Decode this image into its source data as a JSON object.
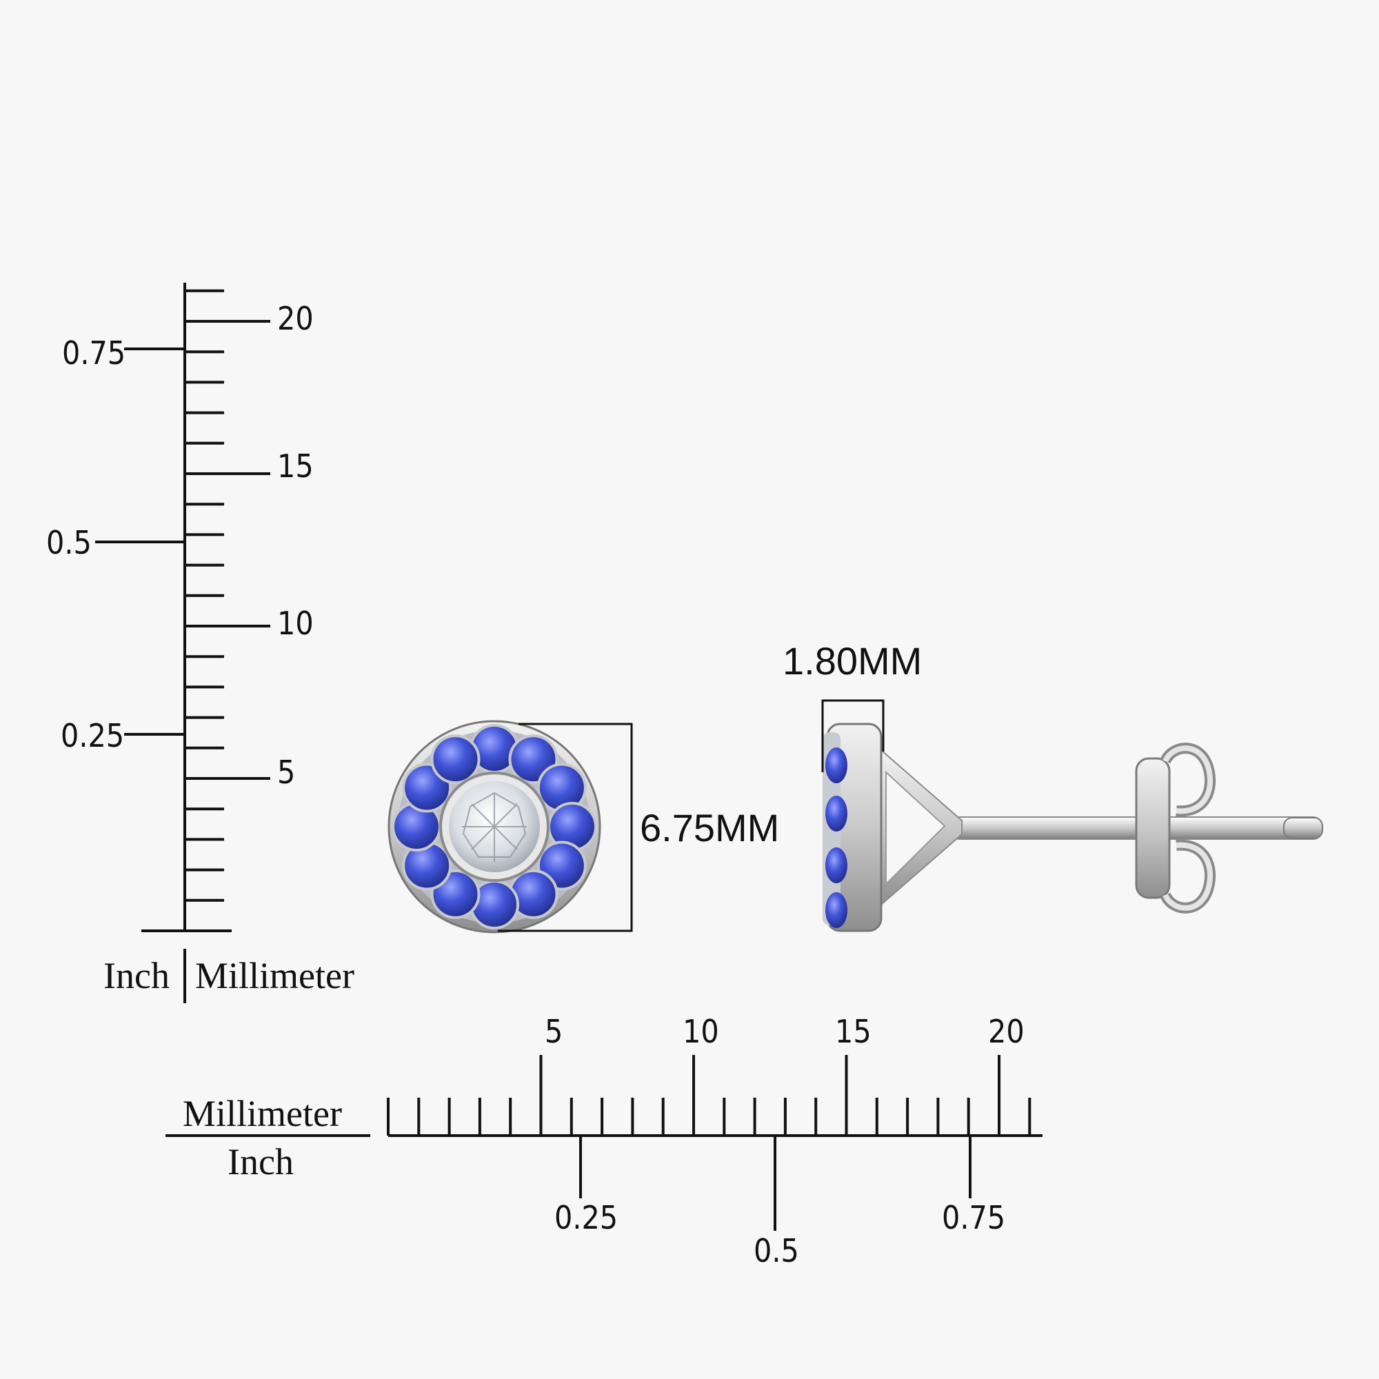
{
  "vertical_ruler": {
    "unit_left": "Inch",
    "unit_right": "Millimeter",
    "mm_labels": [
      "20",
      "15",
      "10",
      "5"
    ],
    "inch_labels": [
      "0.75",
      "0.5",
      "0.25"
    ]
  },
  "horizontal_ruler": {
    "unit_top": "Millimeter",
    "unit_bottom": "Inch",
    "mm_labels": [
      "5",
      "10",
      "15",
      "20"
    ],
    "inch_labels": [
      "0.25",
      "0.5",
      "0.75"
    ]
  },
  "front_view": {
    "width_label": "6.75MM"
  },
  "side_view": {
    "depth_label": "1.80MM"
  },
  "colors": {
    "background": "#f7f7f7",
    "sapphire": "#3c4fc4",
    "metal": "#d8d8d8",
    "diamond": "#e6eaee",
    "ink": "#111111"
  },
  "icons": {
    "front": "halo-stud-front-icon",
    "side": "stud-side-profile-icon"
  }
}
